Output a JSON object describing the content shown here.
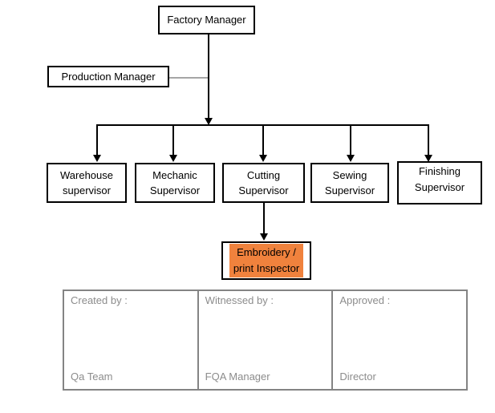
{
  "org_chart": {
    "root": {
      "label": "Factory Manager"
    },
    "staff": {
      "label": "Production Manager"
    },
    "supervisors": [
      {
        "label": "Warehouse supervisor"
      },
      {
        "label": "Mechanic Supervisor"
      },
      {
        "label": "Cutting Supervisor"
      },
      {
        "label": "Sewing Supervisor"
      },
      {
        "label": "Finishing Supervisor"
      }
    ],
    "inspector": {
      "line1": "Embroidery /",
      "line2": "print Inspector"
    }
  },
  "signoff_table": {
    "cells": [
      {
        "label": "Created by :",
        "value": "Qa Team"
      },
      {
        "label": "Witnessed by :",
        "value": "FQA Manager"
      },
      {
        "label": "Approved :",
        "value": "Director"
      }
    ]
  },
  "colors": {
    "box_border": "#000000",
    "connector_black": "#000000",
    "connector_gray": "#a6a6a6",
    "inspector_highlight": "#f0823d",
    "table_border": "#848484",
    "table_text": "#8c8c8c"
  }
}
